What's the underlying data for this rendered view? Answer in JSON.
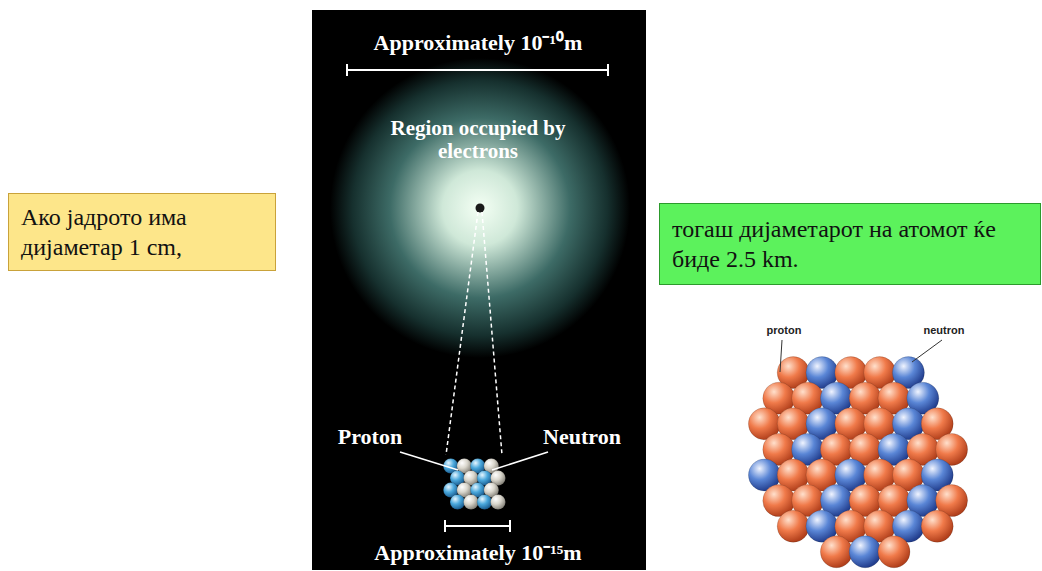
{
  "diagram": {
    "nodes": [
      {
        "text": [
          "Ако јадрото има дијаметар 1 cm,"
        ]
      },
      {
        "text": [
          "тогаш дијаметарот на атомот ќе биде 2.5 km."
        ]
      }
    ],
    "labels": [
      "Approximately 10⁻¹⁰m",
      "Region occupied by electrons",
      "Proton",
      "Neutron",
      "Approximately 10⁻¹⁵m",
      "proton",
      "neutron"
    ]
  }
}
